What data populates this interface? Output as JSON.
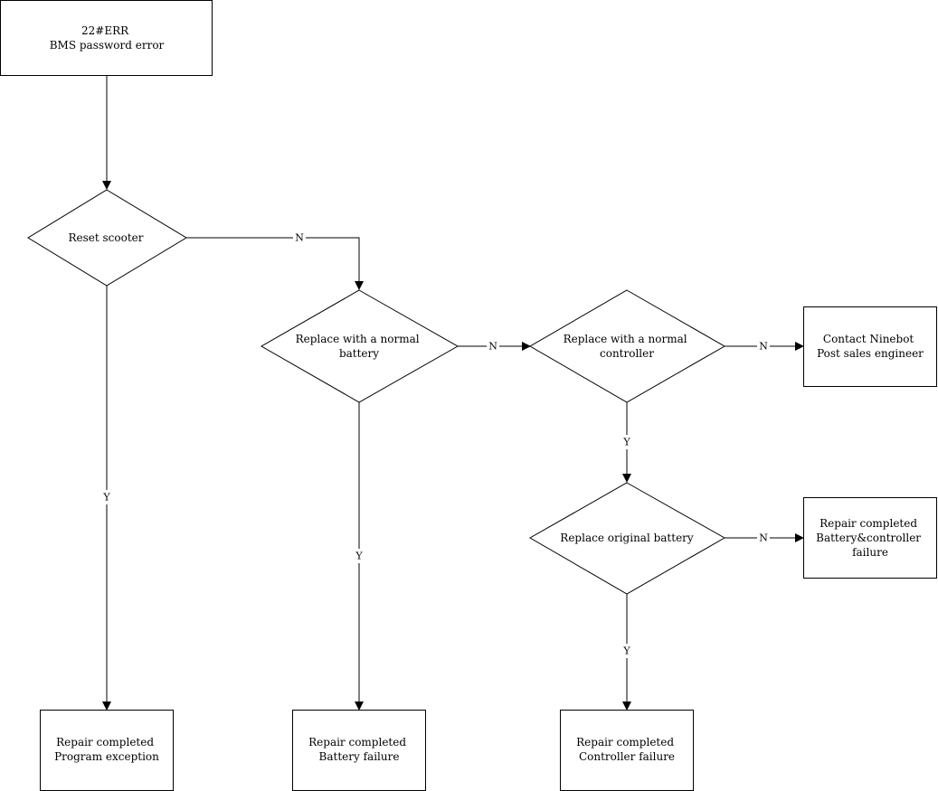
{
  "nodes": {
    "start": [
      "22#ERR",
      "BMS password error"
    ],
    "reset_scooter": [
      "Reset scooter"
    ],
    "replace_battery": [
      "Replace with a normal",
      "battery"
    ],
    "replace_controller": [
      "Replace with a normal",
      "controller"
    ],
    "replace_original_battery": [
      "Replace original battery"
    ],
    "contact_ninebot": [
      "Contact Ninebot",
      "Post sales engineer"
    ],
    "battery_controller_failure": [
      "Repair completed",
      "Battery&controller",
      "failure"
    ],
    "program_exception": [
      "Repair completed",
      "Program exception"
    ],
    "battery_failure": [
      "Repair completed",
      "Battery failure"
    ],
    "controller_failure": [
      "Repair completed",
      "Controller failure"
    ]
  },
  "edges": {
    "reset_no": "N",
    "reset_yes": "Y",
    "battery_no": "N",
    "battery_yes": "Y",
    "controller_no": "N",
    "controller_yes": "Y",
    "original_no": "N",
    "original_yes": "Y"
  }
}
